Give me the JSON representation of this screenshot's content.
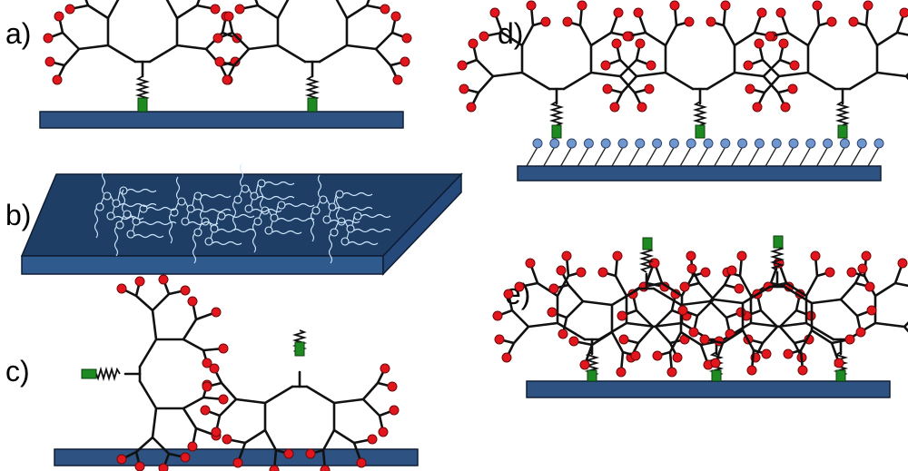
{
  "figure": {
    "panels": [
      {
        "id": "a",
        "label": "a)"
      },
      {
        "id": "b",
        "label": "b)"
      },
      {
        "id": "c",
        "label": "c)"
      },
      {
        "id": "d",
        "label": "d)"
      },
      {
        "id": "e",
        "label": "e)"
      }
    ]
  },
  "colors": {
    "end_group": "#e4161d",
    "anchor": "#1e8a22",
    "substrate": "#2e5282",
    "slab": "#1f3e66",
    "sam_head": "#6f96cf",
    "molecule_trace": "#cfe9ff"
  },
  "icons": [
    "dendrimer-icon",
    "spring-linker-icon",
    "anchor-group-icon",
    "substrate-icon",
    "sam-chain-icon"
  ]
}
